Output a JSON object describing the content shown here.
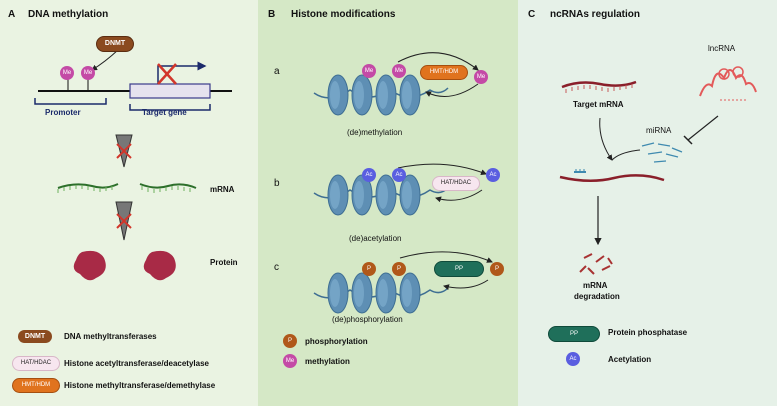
{
  "panelA": {
    "letter": "A",
    "title": "DNA methylation",
    "dnmt": "DNMT",
    "me": "Me",
    "promoter": "Promoter",
    "target_gene": "Target gene",
    "mrna": "mRNA",
    "protein": "Protein",
    "legend": [
      {
        "tag": "DNMT",
        "text": "DNA methyltransferases"
      },
      {
        "tag": "HAT/HDAC",
        "text": "Histone acetyltransferase/deacetylase"
      },
      {
        "tag": "HMT/HDM",
        "text": "Histone methyltransferase/demethylase"
      }
    ]
  },
  "panelB": {
    "letter": "B",
    "title": "Histone modifications",
    "sub_a": "a",
    "sub_b": "b",
    "sub_c": "c",
    "me": "Me",
    "ac": "Ac",
    "p": "P",
    "hmt": "HMT/HDM",
    "hat": "HAT/HDAC",
    "pp": "PP",
    "caption_a": "(de)methylation",
    "caption_b": "(de)acetylation",
    "caption_c": "(de)phosphorylation",
    "legend": [
      {
        "tag": "P",
        "text": "phosphorylation"
      },
      {
        "tag": "Me",
        "text": "methylation"
      }
    ]
  },
  "panelC": {
    "letter": "C",
    "title": "ncRNAs regulation",
    "lncrna": "lncRNA",
    "target_mrna": "Target mRNA",
    "mirna": "miRNA",
    "degradation_1": "mRNA",
    "degradation_2": "degradation",
    "legend": [
      {
        "tag": "PP",
        "text": "Protein phosphatase"
      },
      {
        "tag": "Ac",
        "text": "Acetylation"
      }
    ]
  },
  "colors": {
    "dnmt": "#8b4a1f",
    "hmt": "#e0731e",
    "hat": "#f7e6ef",
    "pp": "#1f6f5a",
    "me": "#c44aa6",
    "ac": "#5a5ee0",
    "p": "#b0581a",
    "nucleosome": "#5e8fb4",
    "protein": "#a82a46",
    "mrna_green": "#3d8a3a",
    "mrna_red": "#a83232"
  }
}
